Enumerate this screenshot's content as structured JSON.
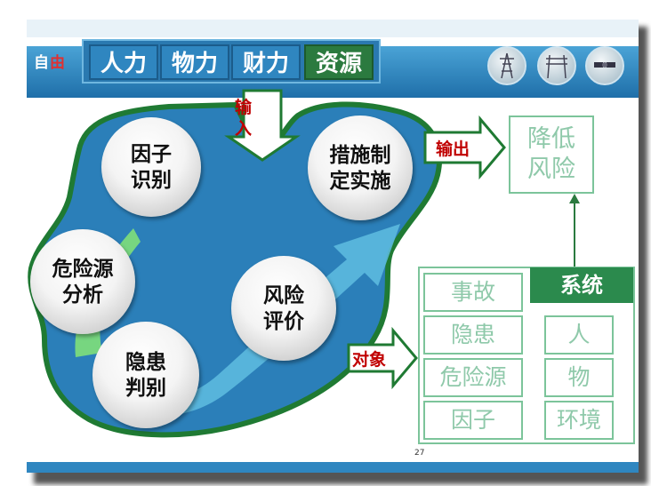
{
  "header": {
    "logo_text_a": "自",
    "logo_text_b": "由",
    "resources": [
      "人力",
      "物力",
      "财力",
      "资源"
    ],
    "highlight_index": 3
  },
  "flow": {
    "input_label_1": "输",
    "input_label_2": "入",
    "output_label": "输出",
    "object_label": "对象"
  },
  "steps": {
    "identify": [
      "因子",
      "识别"
    ],
    "hazard_analysis": [
      "危险源",
      "分析"
    ],
    "hidden_danger": [
      "隐患",
      "判别"
    ],
    "risk_evaluation": [
      "风险",
      "评价"
    ],
    "measures": [
      "措施制",
      "定实施"
    ]
  },
  "result": [
    "降低",
    "风险"
  ],
  "objects": {
    "left": [
      "事故",
      "隐患",
      "危险源",
      "因子"
    ],
    "system_title": "系统",
    "right": [
      "人",
      "物",
      "环境"
    ]
  },
  "page_number": "27",
  "colors": {
    "header_blue": "#2f86c0",
    "blob_blue": "#2b7fb9",
    "blob_border": "#1f7a33",
    "arrow_red": "#8b0000",
    "box_green": "#7cc49a",
    "system_green": "#2b8a4d"
  }
}
